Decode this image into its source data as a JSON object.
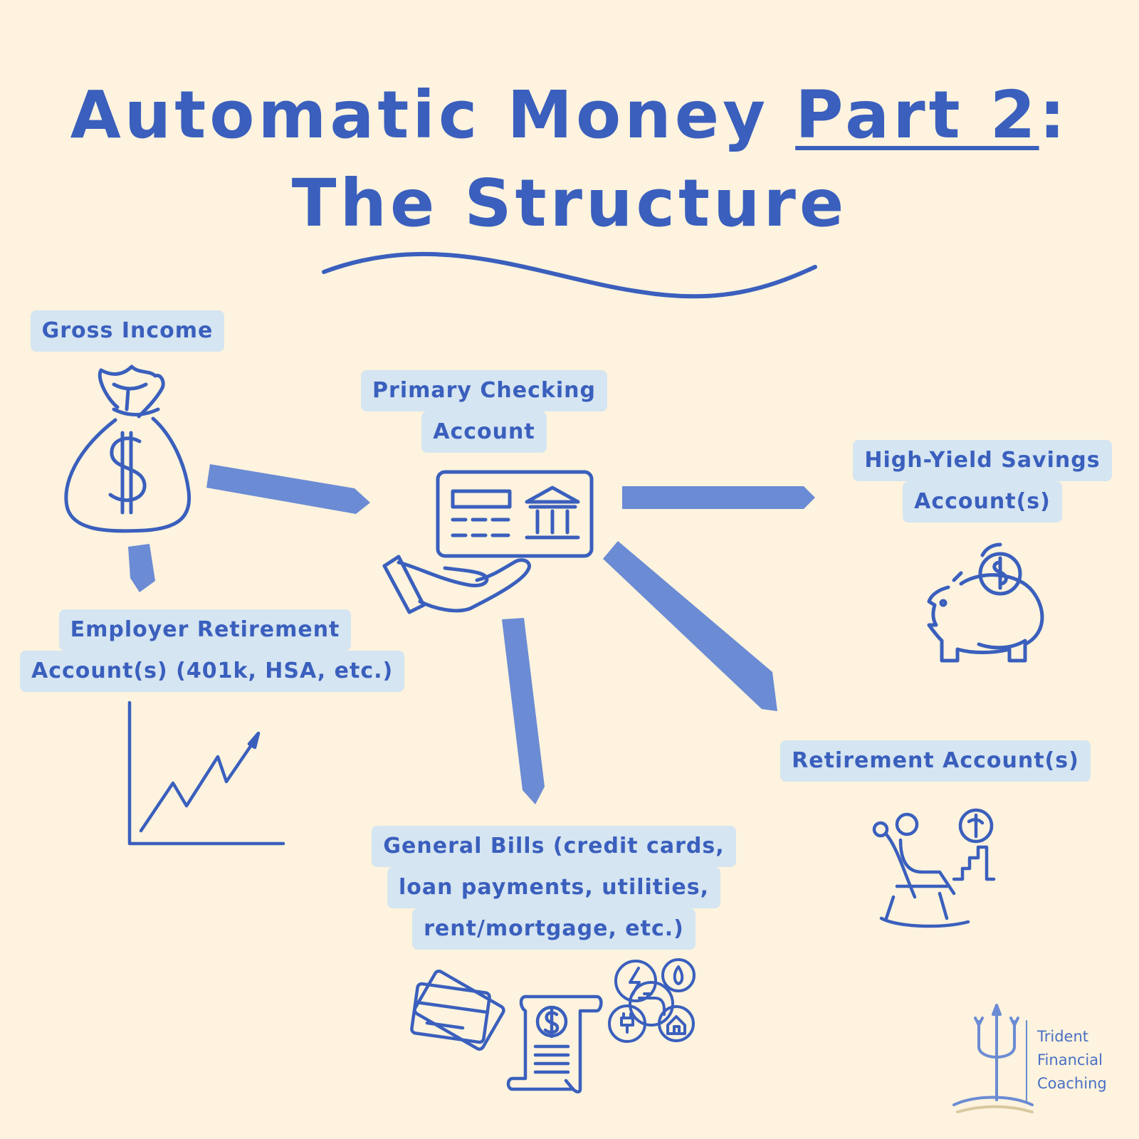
{
  "title": {
    "line1_prefix": "Automatic Money ",
    "line1_underlined": "Part 2",
    "line1_suffix": ":",
    "line2": "The Structure"
  },
  "nodes": {
    "gross_income": {
      "lines": [
        "Gross Income"
      ],
      "icon": "money-bag-icon"
    },
    "primary_checking": {
      "lines": [
        "Primary Checking",
        "Account"
      ],
      "icon": "bank-card-hand-icon"
    },
    "high_yield_savings": {
      "lines": [
        "High-Yield Savings",
        "Account(s)"
      ],
      "icon": "piggy-bank-icon"
    },
    "employer_retirement": {
      "lines": [
        "Employer Retirement",
        "Account(s) (401k, HSA, etc.)"
      ],
      "icon": "growth-chart-icon"
    },
    "retirement_accounts": {
      "lines": [
        "Retirement Account(s)"
      ],
      "icon": "rocking-chair-retiree-icon"
    },
    "general_bills": {
      "lines": [
        "General Bills (credit cards,",
        "loan payments, utilities,",
        "rent/mortgage, etc.)"
      ],
      "icons": [
        "credit-cards-icon",
        "bill-receipt-icon",
        "utilities-icon"
      ]
    }
  },
  "flows": [
    {
      "from": "gross_income",
      "to": "primary_checking"
    },
    {
      "from": "gross_income",
      "to": "employer_retirement"
    },
    {
      "from": "primary_checking",
      "to": "high_yield_savings"
    },
    {
      "from": "primary_checking",
      "to": "general_bills"
    },
    {
      "from": "primary_checking",
      "to": "retirement_accounts"
    }
  ],
  "brand": {
    "lines": [
      "Trident",
      "Financial",
      "Coaching"
    ],
    "logo": "trident-logo-icon"
  },
  "colors": {
    "background": "#fdf3de",
    "primary": "#3a5fbd",
    "arrow": "#6b8bd4",
    "label_highlight": "#d5e5f1"
  }
}
